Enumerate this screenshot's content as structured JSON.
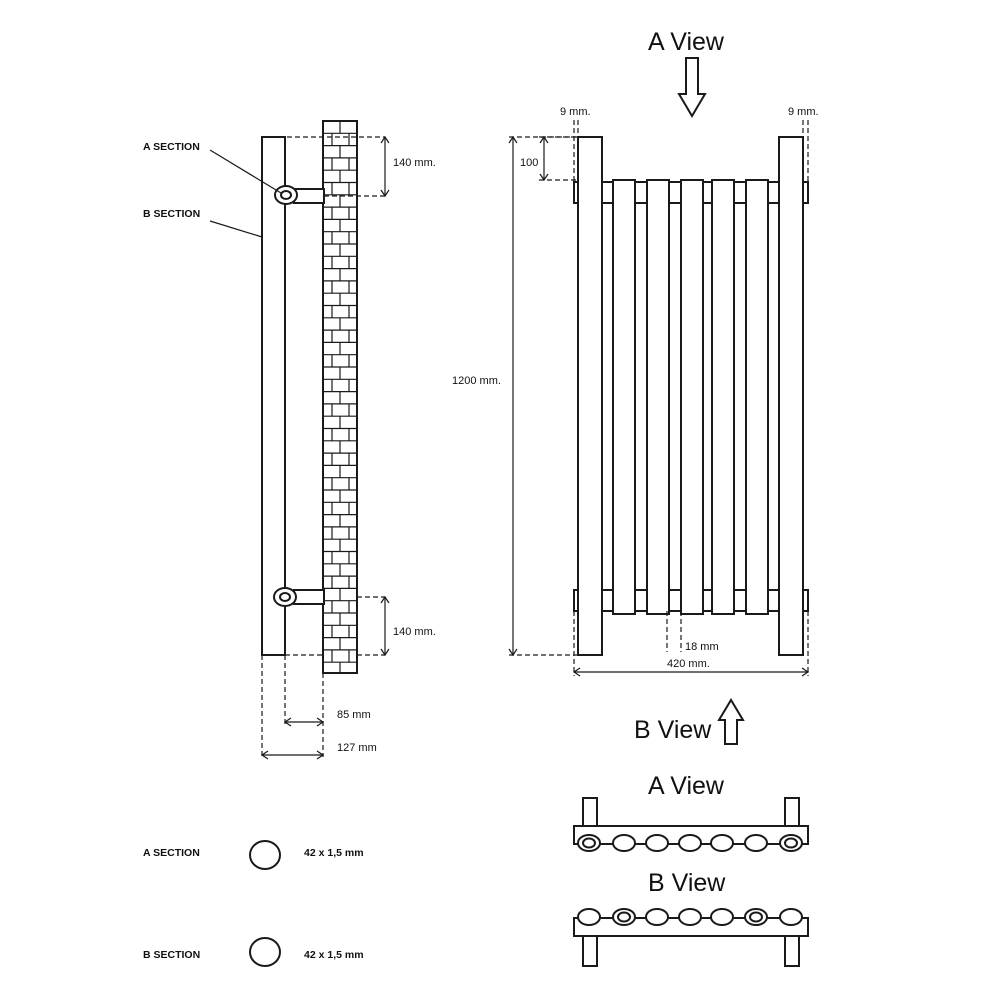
{
  "side_view": {
    "label_a": "A  SECTION",
    "label_b": "B  SECTION",
    "dim_top": "140 mm.",
    "dim_bottom": "140 mm.",
    "dim_85": "85 mm",
    "dim_127": "127 mm"
  },
  "front_view": {
    "a_view_title": "A View",
    "b_view_title": "B View",
    "dim_9_left": "9 mm.",
    "dim_9_right": "9 mm.",
    "dim_100": "100",
    "dim_1200": "1200  mm.",
    "dim_18": "18 mm",
    "dim_420": "420 mm."
  },
  "views": {
    "a_view_label": "A View",
    "b_view_label": "B View"
  },
  "sections": [
    {
      "label": "A  SECTION",
      "spec": "42 x 1,5 mm"
    },
    {
      "label": "B  SECTION",
      "spec": "42 x 1,5 mm"
    }
  ],
  "colors": {
    "line": "#1a1a1a",
    "background": "#ffffff"
  }
}
